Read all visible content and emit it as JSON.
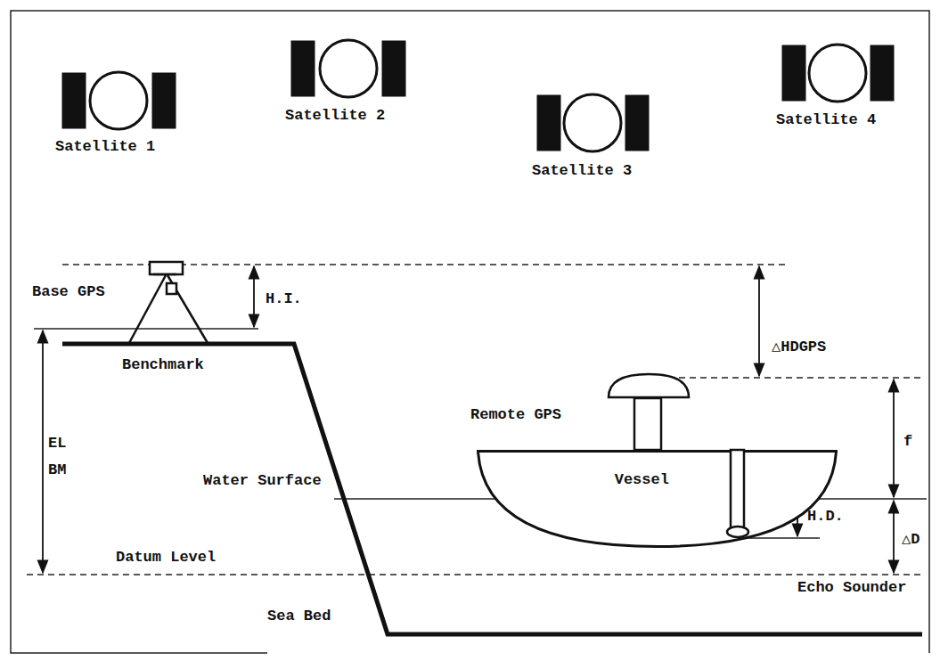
{
  "diagram": {
    "nodes": [
      {
        "text": [
          "Vessel"
        ]
      }
    ],
    "labels": [
      "Satellite 1",
      "Satellite 2",
      "Satellite 3",
      "Satellite 4",
      "Base GPS",
      "H.I.",
      "△HDGPS",
      "Benchmark",
      "Remote GPS",
      "f",
      "EL",
      "BM",
      "Water Surface",
      "H.D.",
      "△D",
      "Echo Sounder",
      "Datum Level",
      "Sea Bed"
    ]
  }
}
